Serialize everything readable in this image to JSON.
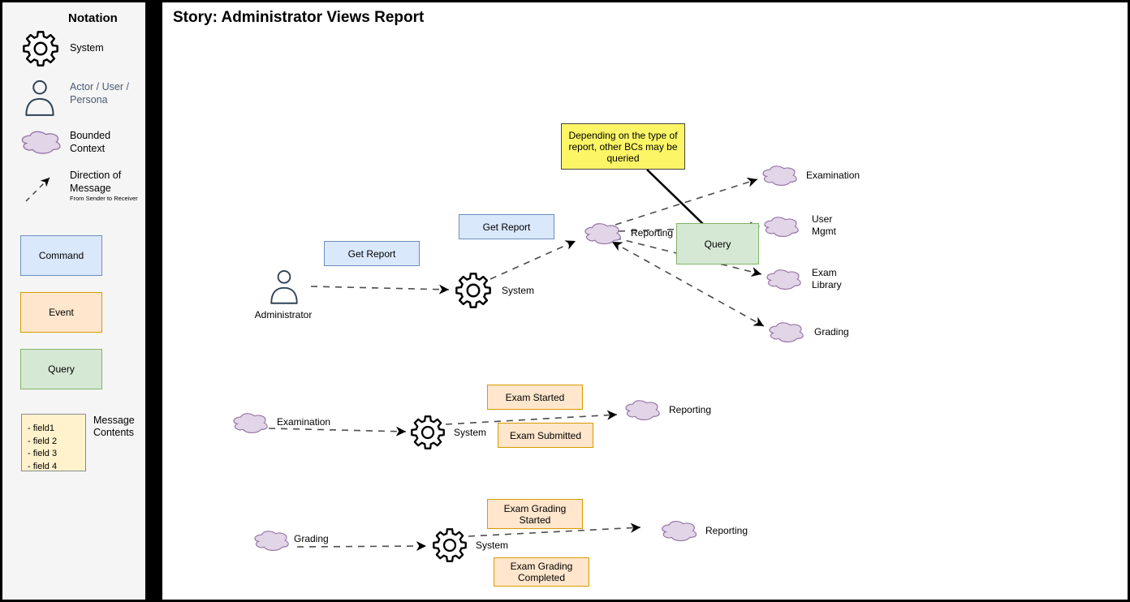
{
  "sidebar": {
    "title": "Notation",
    "items": [
      {
        "icon": "gear-icon",
        "label": "System"
      },
      {
        "icon": "person-icon",
        "label": "Actor / User / Persona"
      },
      {
        "icon": "cloud-icon",
        "label": "Bounded Context"
      },
      {
        "icon": "dashed-arrow-icon",
        "label": "Direction of Message",
        "note": "From Sender to Receiver"
      }
    ],
    "shape_key": [
      {
        "label": "Command",
        "fill": "#dae8fc",
        "border": "#6c8ebf"
      },
      {
        "label": "Event",
        "fill": "#ffe6cc",
        "border": "#d79b00"
      },
      {
        "label": "Query",
        "fill": "#d5e8d4",
        "border": "#82b366"
      }
    ],
    "message_contents": {
      "label": "Message Contents",
      "fields": [
        "- field1",
        "- field 2",
        "- field 3",
        "- field 4"
      ],
      "fill": "#fff2cc"
    }
  },
  "diagram": {
    "title": "Story: Administrator Views Report",
    "note": {
      "text": "Depending on the type of report, other BCs may be queried",
      "fill": "#fcf667"
    },
    "row1": {
      "actor_label": "Administrator",
      "command1": "Get Report",
      "system_label": "System",
      "command2": "Get Report",
      "reporting_label": "Reporting",
      "query_label": "Query",
      "target1": "Examination",
      "target2": "User Mgmt",
      "target3": "Exam Library",
      "target4": "Grading"
    },
    "row2": {
      "source_label": "Examination",
      "system_label": "System",
      "event1": "Exam Started",
      "event2": "Exam Submitted",
      "reporting_label": "Reporting"
    },
    "row3": {
      "source_label": "Grading",
      "system_label": "System",
      "event1": "Exam Grading Started",
      "event2": "Exam Grading Completed",
      "reporting_label": "Reporting"
    },
    "colors": {
      "bounded_context_fill": "#e1d5e7",
      "bounded_context_border": "#9673a6",
      "command_fill": "#dae8fc",
      "command_border": "#6c8ebf",
      "event_fill": "#ffe6cc",
      "event_border": "#d79b00",
      "query_fill": "#d5e8d4",
      "query_border": "#82b366",
      "frame": "#000000",
      "sidebar_bg": "#f5f5f5",
      "canvas_bg": "#ffffff"
    }
  }
}
